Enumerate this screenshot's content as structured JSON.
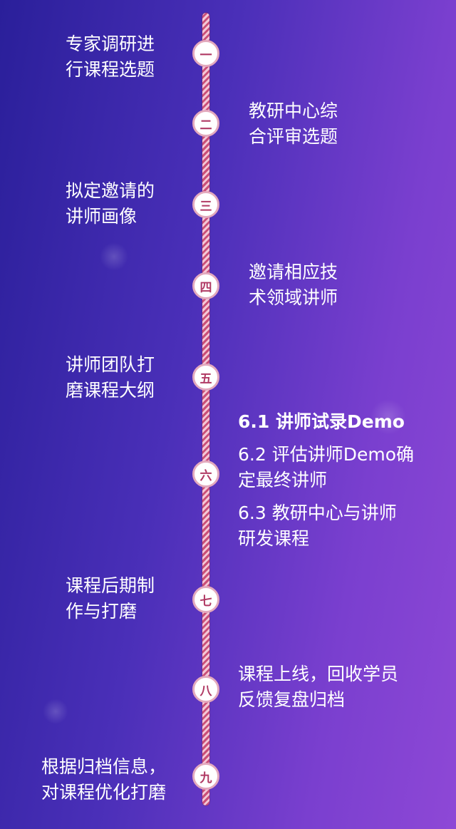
{
  "steps": [
    {
      "num": "一",
      "lines": [
        "专家调研进",
        "行课程选题"
      ]
    },
    {
      "num": "二",
      "lines": [
        "教研中心综",
        "合评审选题"
      ]
    },
    {
      "num": "三",
      "lines": [
        "拟定邀请的",
        "讲师画像"
      ]
    },
    {
      "num": "四",
      "lines": [
        "邀请相应技",
        "术领域讲师"
      ]
    },
    {
      "num": "五",
      "lines": [
        "讲师团队打",
        "磨课程大纲"
      ]
    },
    {
      "num": "六",
      "sub": [
        {
          "lines": [
            "6.1 讲师试录Demo"
          ]
        },
        {
          "lines": [
            "6.2 评估讲师Demo确",
            "定最终讲师"
          ]
        },
        {
          "lines": [
            "6.3 教研中心与讲师",
            "研发课程"
          ]
        }
      ]
    },
    {
      "num": "七",
      "lines": [
        "课程后期制",
        "作与打磨"
      ]
    },
    {
      "num": "八",
      "lines": [
        "课程上线，回收学员",
        "反馈复盘归档"
      ]
    },
    {
      "num": "九",
      "lines": [
        "根据归档信息，",
        "对课程优化打磨"
      ]
    }
  ],
  "colors": {
    "bg_left": "#2a1f9a",
    "bg_right": "#8e48d6",
    "line_light": "#f4c6d6",
    "line_dark": "#c94f77",
    "node_text": "#b03a64"
  }
}
